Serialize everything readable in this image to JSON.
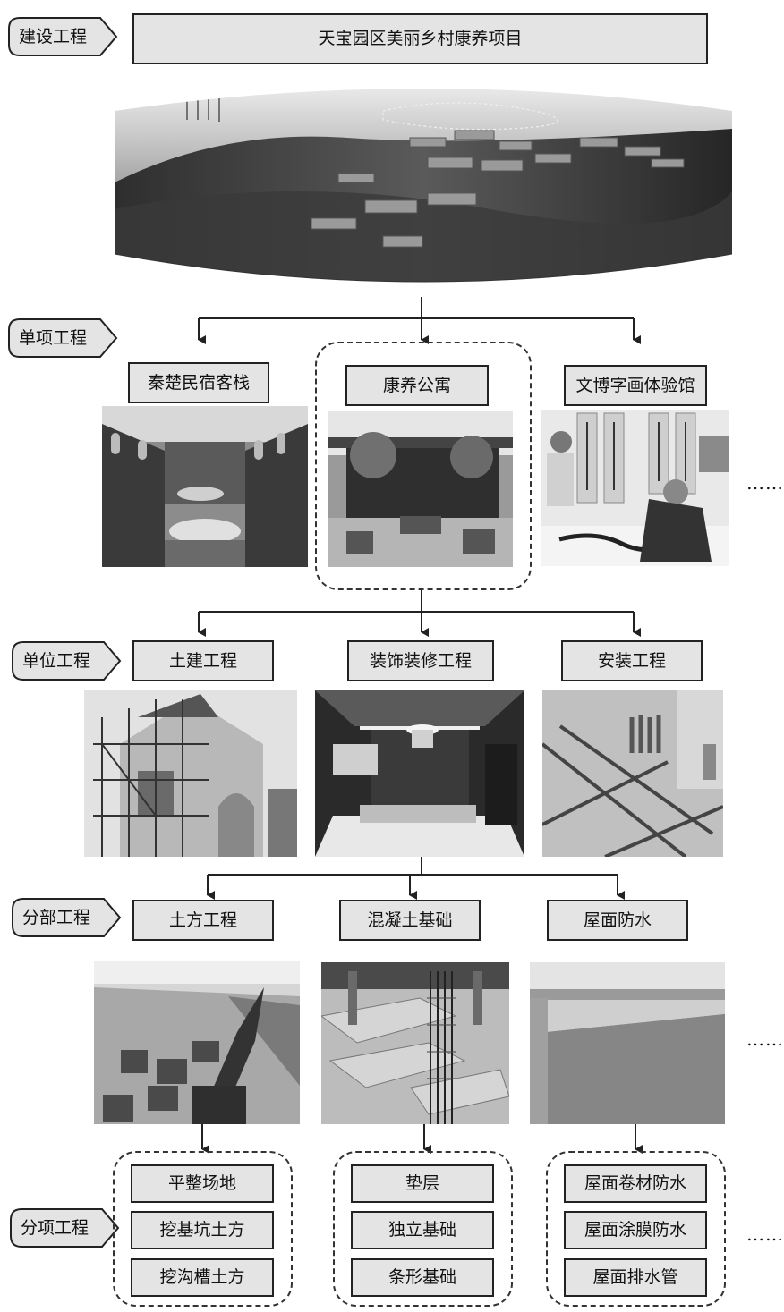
{
  "levels": {
    "construction_project": "建设工程",
    "single_project": "单项工程",
    "unit_project": "单位工程",
    "divisional_project": "分部工程",
    "itemized_project": "分项工程"
  },
  "project": {
    "title": "天宝园区美丽乡村康养项目"
  },
  "single_projects": [
    "秦楚民宿客栈",
    "康养公寓",
    "文博字画体验馆"
  ],
  "unit_projects": [
    "土建工程",
    "装饰装修工程",
    "安装工程"
  ],
  "divisional_projects": [
    "土方工程",
    "混凝土基础",
    "屋面防水"
  ],
  "itemized_projects": {
    "earthwork": [
      "平整场地",
      "挖基坑土方",
      "挖沟槽土方"
    ],
    "concrete_foundation": [
      "垫层",
      "独立基础",
      "条形基础"
    ],
    "roof_waterproofing": [
      "屋面卷材防水",
      "屋面涂膜防水",
      "屋面排水管"
    ]
  },
  "ellipsis": "……",
  "colors": {
    "box_fill": "#e4e4e4",
    "tag_fill": "#e4e4e4",
    "line": "#222222"
  }
}
